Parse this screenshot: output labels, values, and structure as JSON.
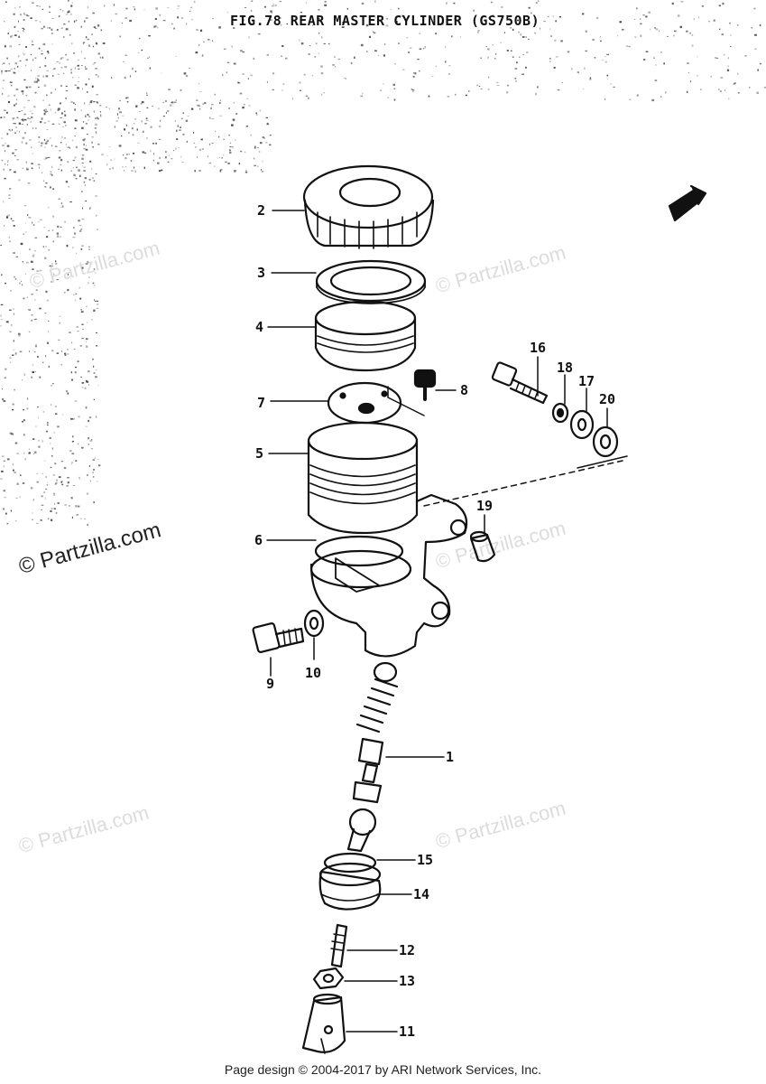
{
  "figure": {
    "title": "FIG.78  REAR MASTER CYLINDER (GS750B)"
  },
  "watermarks": [
    {
      "text": "© Partzilla.com",
      "style": "faint"
    },
    {
      "text": "© Partzilla.com",
      "style": "faint"
    },
    {
      "text": "© Partzilla.com",
      "style": "strong"
    },
    {
      "text": "© Partzilla.com",
      "style": "faint"
    },
    {
      "text": "© Partzilla.com",
      "style": "faint"
    },
    {
      "text": "© Partzilla.com",
      "style": "faint"
    }
  ],
  "callouts": {
    "c1": "1",
    "c2": "2",
    "c3": "3",
    "c4": "4",
    "c5": "5",
    "c6": "6",
    "c7": "7",
    "c8": "8",
    "c9": "9",
    "c10": "10",
    "c11": "11",
    "c12": "12",
    "c13": "13",
    "c14": "14",
    "c15": "15",
    "c16": "16",
    "c17": "17",
    "c18": "18",
    "c19": "19",
    "c20": "20"
  },
  "footer": {
    "text": "Page design © 2004-2017 by ARI Network Services, Inc."
  }
}
